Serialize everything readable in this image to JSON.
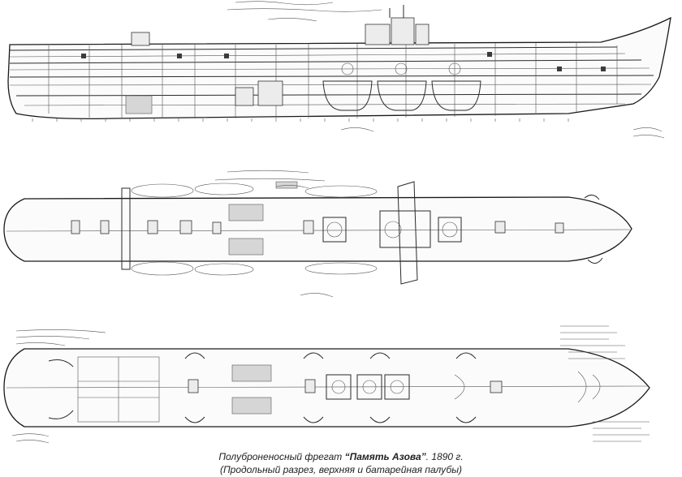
{
  "caption": {
    "line1_prefix": "Полуброненосный фрегат ",
    "ship_name": "“Память Азова”",
    "line1_suffix": ". 1890 г.",
    "line2": "(Продольный разрез, верхняя и батарейная палубы)"
  }
}
